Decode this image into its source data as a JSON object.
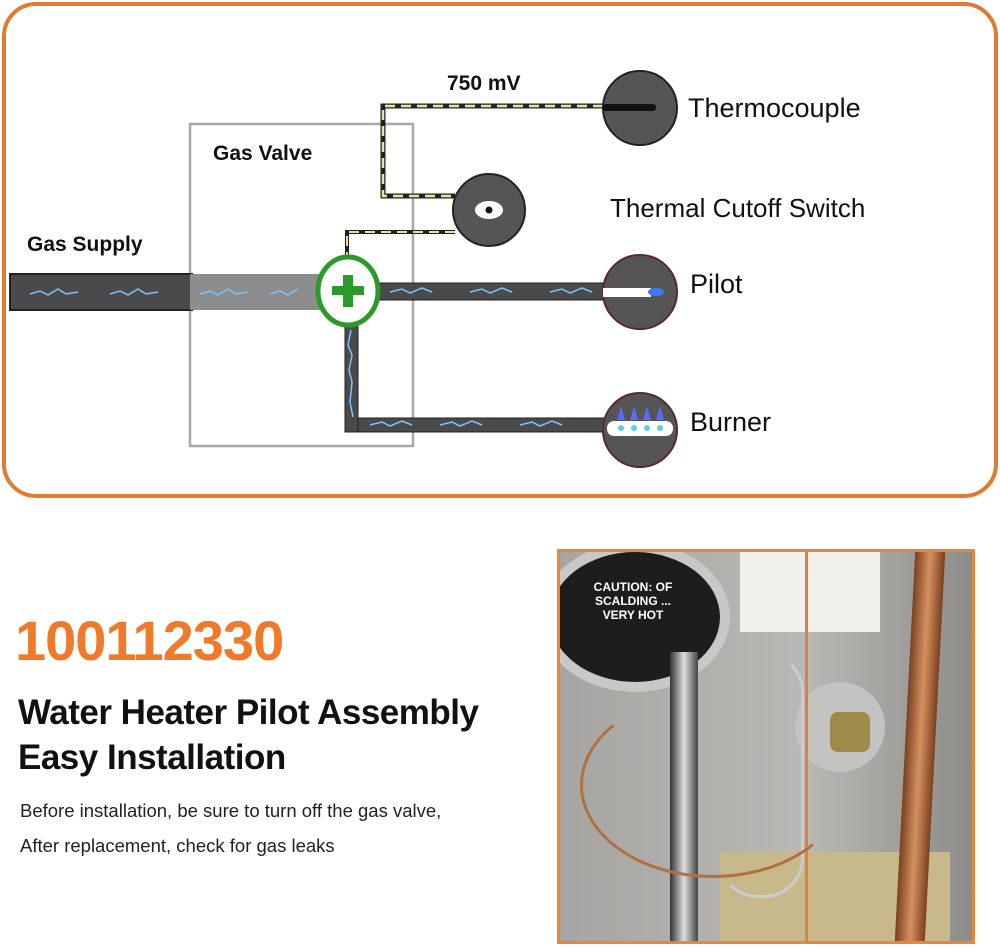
{
  "diagram": {
    "voltage_label": "750 mV",
    "gas_valve_label": "Gas Valve",
    "gas_supply_label": "Gas Supply",
    "components": {
      "thermocouple": "Thermocouple",
      "thermal_cutoff": "Thermal Cutoff Switch",
      "pilot": "Pilot",
      "burner": "Burner"
    },
    "colors": {
      "frame": "#e07b30",
      "valve": "#2a9a2a",
      "pipe": "#4a4a4a",
      "gas": "#5aa8ff"
    }
  },
  "product": {
    "part_number": "100112330",
    "title_line1": "Water Heater Pilot Assembly",
    "title_line2": "Easy Installation",
    "note_line1": "Before installation, be sure to turn off the gas valve,",
    "note_line2": "After replacement, check for gas leaks",
    "accent_color": "#ee7a2a"
  },
  "photo": {
    "caption_text": "CAUTION: OF SCALDING ... VERY HOT"
  }
}
